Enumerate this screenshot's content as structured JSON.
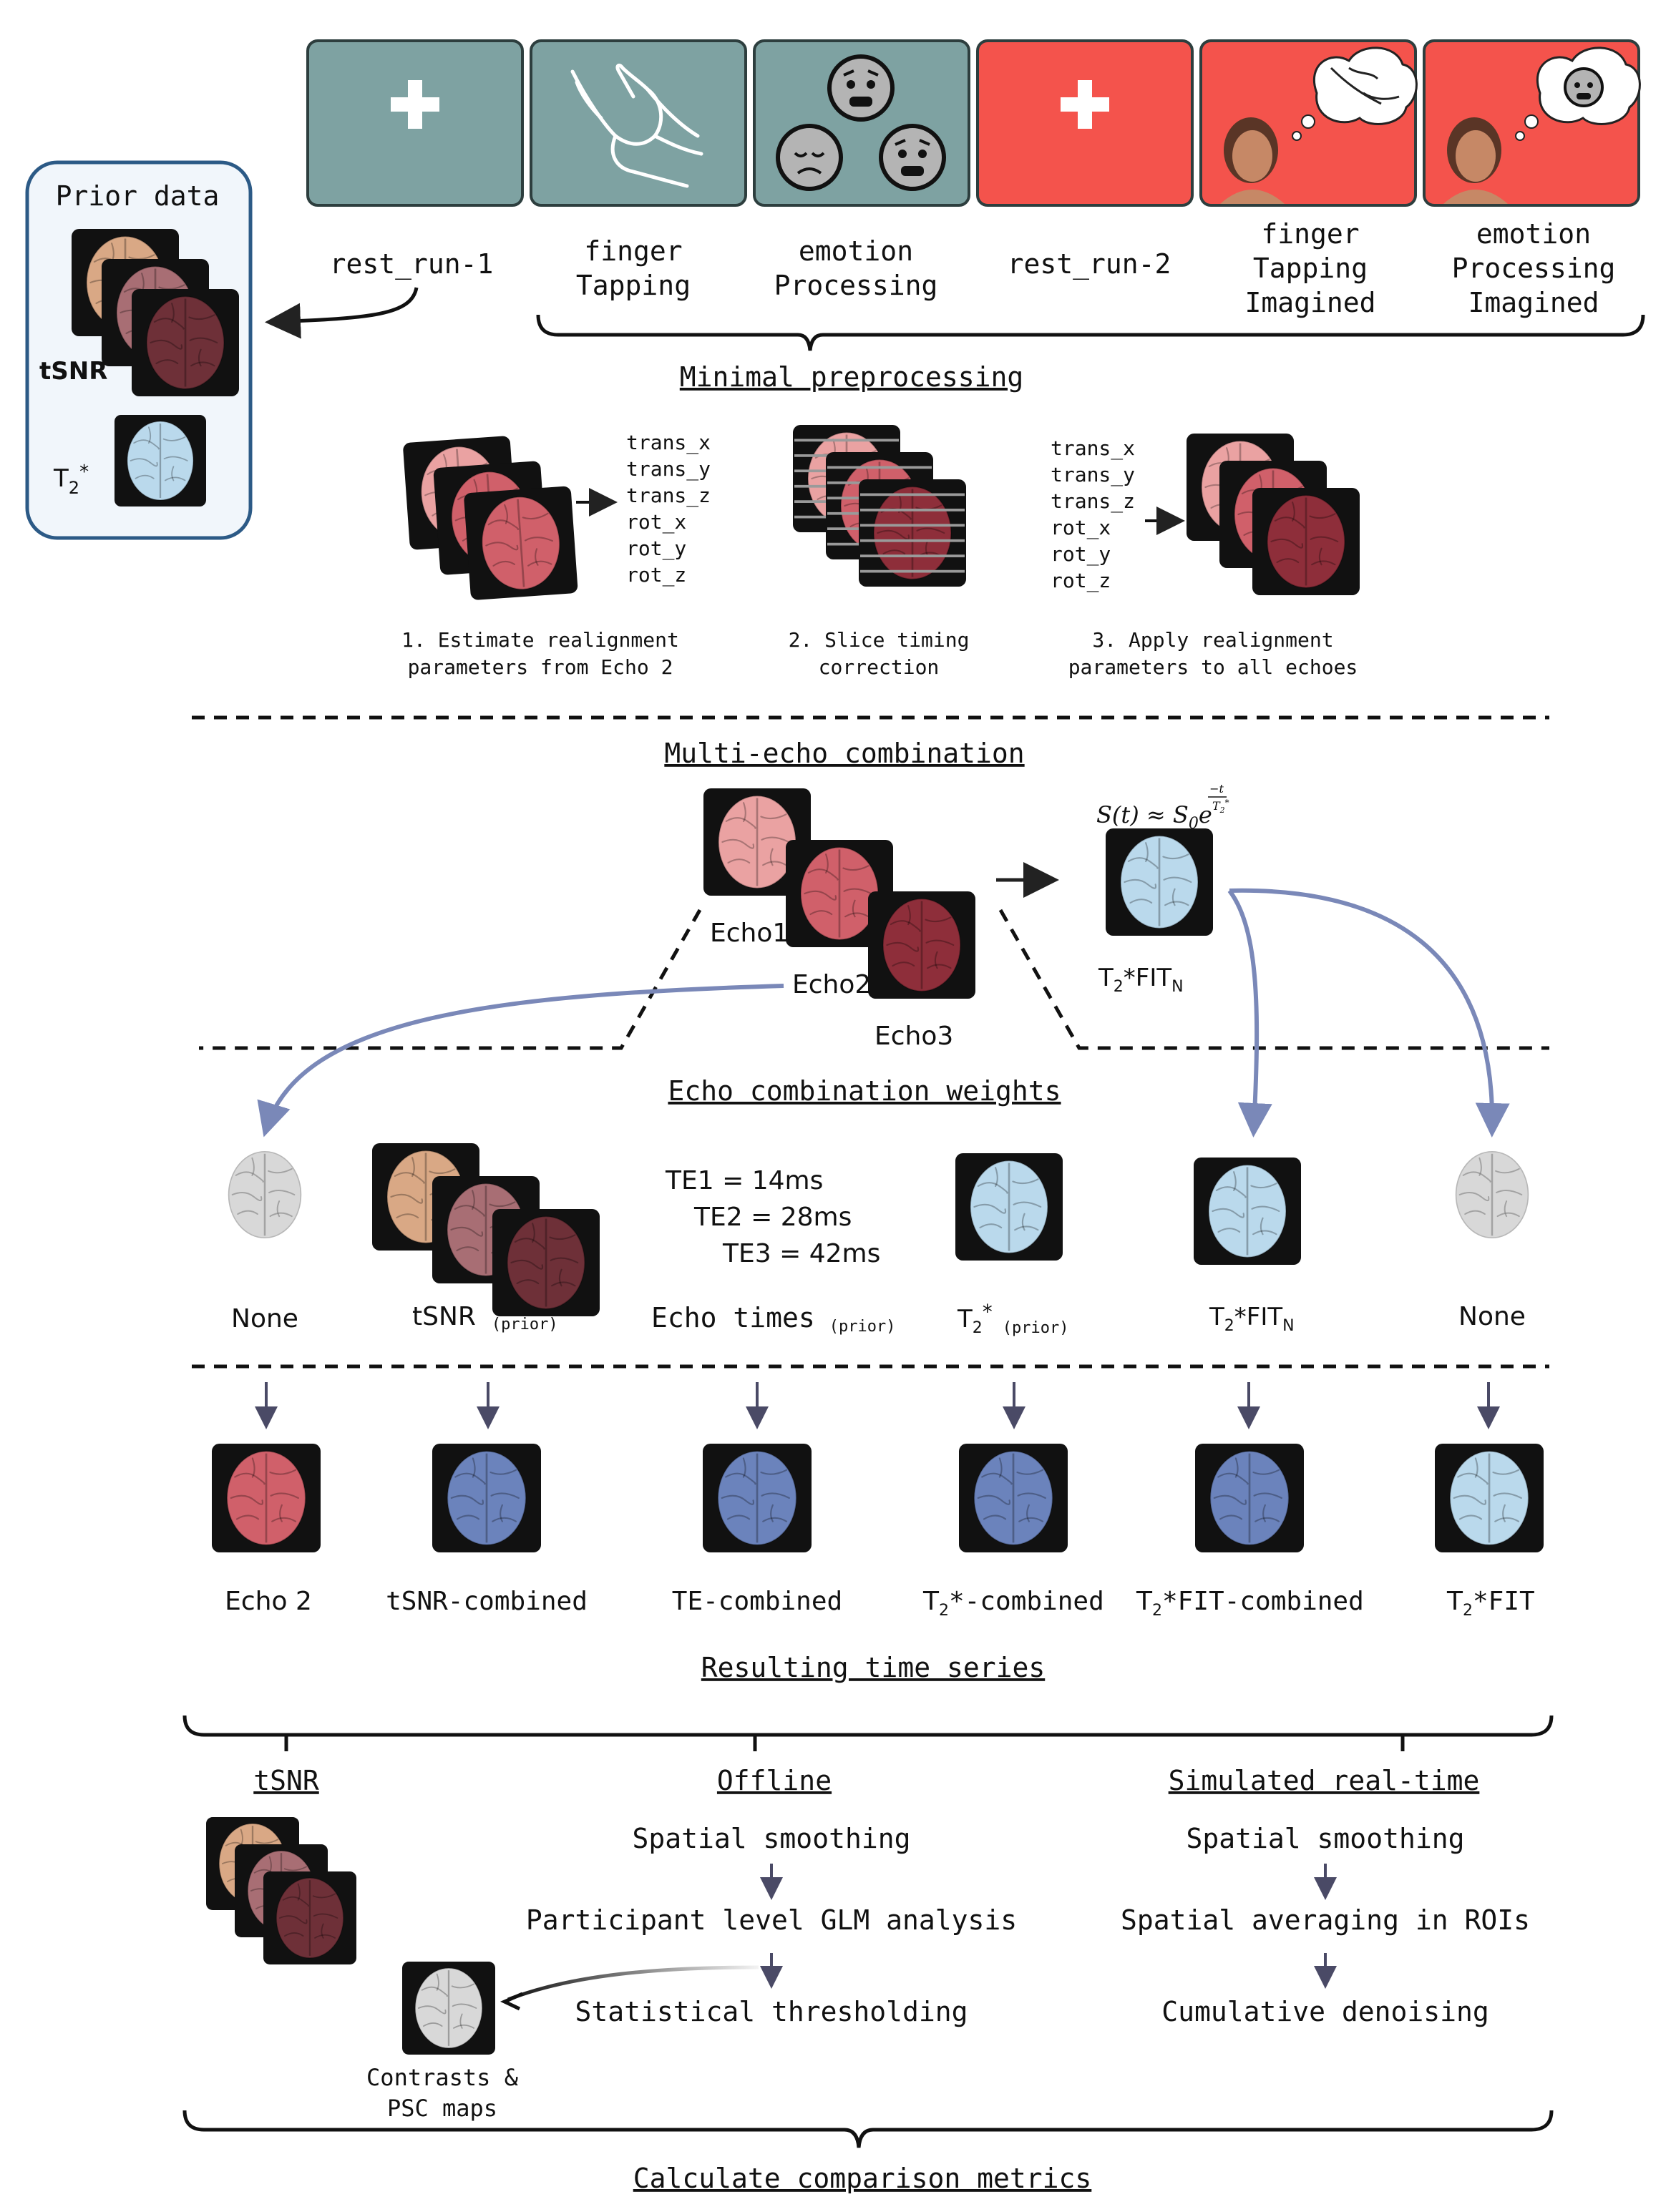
{
  "colors": {
    "panel_teal": "#7ea2a2",
    "panel_red": "#f4534c",
    "prior_border": "#2c5a86",
    "prior_bg": "#f1f6fb",
    "arrow_blue": "#7a88b8",
    "brain_pink": "#eaa2a2",
    "brain_red": "#d0606a",
    "brain_dark_red": "#8e2e3a",
    "brain_tan": "#d9a885",
    "brain_mauve": "#a86e74",
    "brain_brown": "#6e3038",
    "brain_light_blue": "#bad9ec",
    "brain_blue": "#6b83bc",
    "brain_gray": "#d8d8d8",
    "face_gray": "#b4b4b4"
  },
  "icons": {
    "rest": "fixation-cross-icon",
    "finger": "hand-finger-tapping-icon",
    "emotion": "worried-faces-icon",
    "imagined": "person-thinking-icon",
    "brain": "brain-icon"
  },
  "prior_data": {
    "title": "Prior data",
    "tsnr_label": "tSNR",
    "t2_label_main": "T",
    "t2_label_sub": "2",
    "t2_label_sup": "*"
  },
  "runs": [
    {
      "label_lines": [
        "rest_run-1"
      ]
    },
    {
      "label_lines": [
        "finger",
        "Tapping"
      ]
    },
    {
      "label_lines": [
        "emotion",
        "Processing"
      ]
    },
    {
      "label_lines": [
        "rest_run-2"
      ]
    },
    {
      "label_lines": [
        "finger",
        "Tapping",
        "Imagined"
      ]
    },
    {
      "label_lines": [
        "emotion",
        "Processing",
        "Imagined"
      ]
    }
  ],
  "minimal_preprocessing": {
    "title": "Minimal preprocessing",
    "params": [
      "trans_x",
      "trans_y",
      "trans_z",
      "rot_x",
      "rot_y",
      "rot_z"
    ],
    "steps": [
      {
        "lines": [
          "1. Estimate realignment",
          "parameters from Echo 2"
        ]
      },
      {
        "lines": [
          "2. Slice timing",
          "correction"
        ]
      },
      {
        "lines": [
          "3. Apply realignment",
          "parameters to all echoes"
        ]
      }
    ]
  },
  "multi_echo": {
    "title": "Multi-echo combination",
    "echo_labels": [
      "Echo1",
      "Echo2",
      "Echo3"
    ],
    "equation": {
      "lhs": "S(t) ≈ S",
      "lhs_sub": "0",
      "base": "e",
      "exp_num": "−t",
      "exp_den": "T",
      "exp_den_sub": "2",
      "exp_den_sup": "*"
    },
    "fit_label": {
      "main": "T",
      "sub": "2",
      "rest": "*FIT",
      "sub2": "N"
    }
  },
  "weights": {
    "title": "Echo combination weights",
    "none_label": "None",
    "tsnr_label": "tSNR",
    "prior_label": "(prior)",
    "echo_times": [
      "TE1 = 14ms",
      "TE2 = 28ms",
      "TE3 = 42ms"
    ],
    "echo_times_label": "Echo times",
    "t2_main": "T",
    "t2_sub": "2",
    "t2_sup": "*",
    "fitn_rest": "*FIT",
    "fitn_sub": "N"
  },
  "time_series": {
    "title": "Resulting time series",
    "labels": {
      "echo2": "Echo 2",
      "tsnr": "tSNR-combined",
      "te": "TE-combined",
      "t2_main": "T",
      "t2_sub": "2",
      "t2_rest": "*-combined",
      "fit_rest": "*FIT-combined",
      "fit_only": "*FIT"
    }
  },
  "analysis": {
    "tsnr_title": "tSNR",
    "offline_title": "Offline",
    "offline_steps": [
      "Spatial smoothing",
      "Participant level GLM analysis",
      "Statistical thresholding"
    ],
    "realtime_title": "Simulated real-time",
    "realtime_steps": [
      "Spatial smoothing",
      "Spatial averaging in ROIs",
      "Cumulative denoising"
    ],
    "contrast_lines": [
      "Contrasts &",
      "PSC maps"
    ]
  },
  "footer": {
    "title": "Calculate comparison metrics"
  }
}
